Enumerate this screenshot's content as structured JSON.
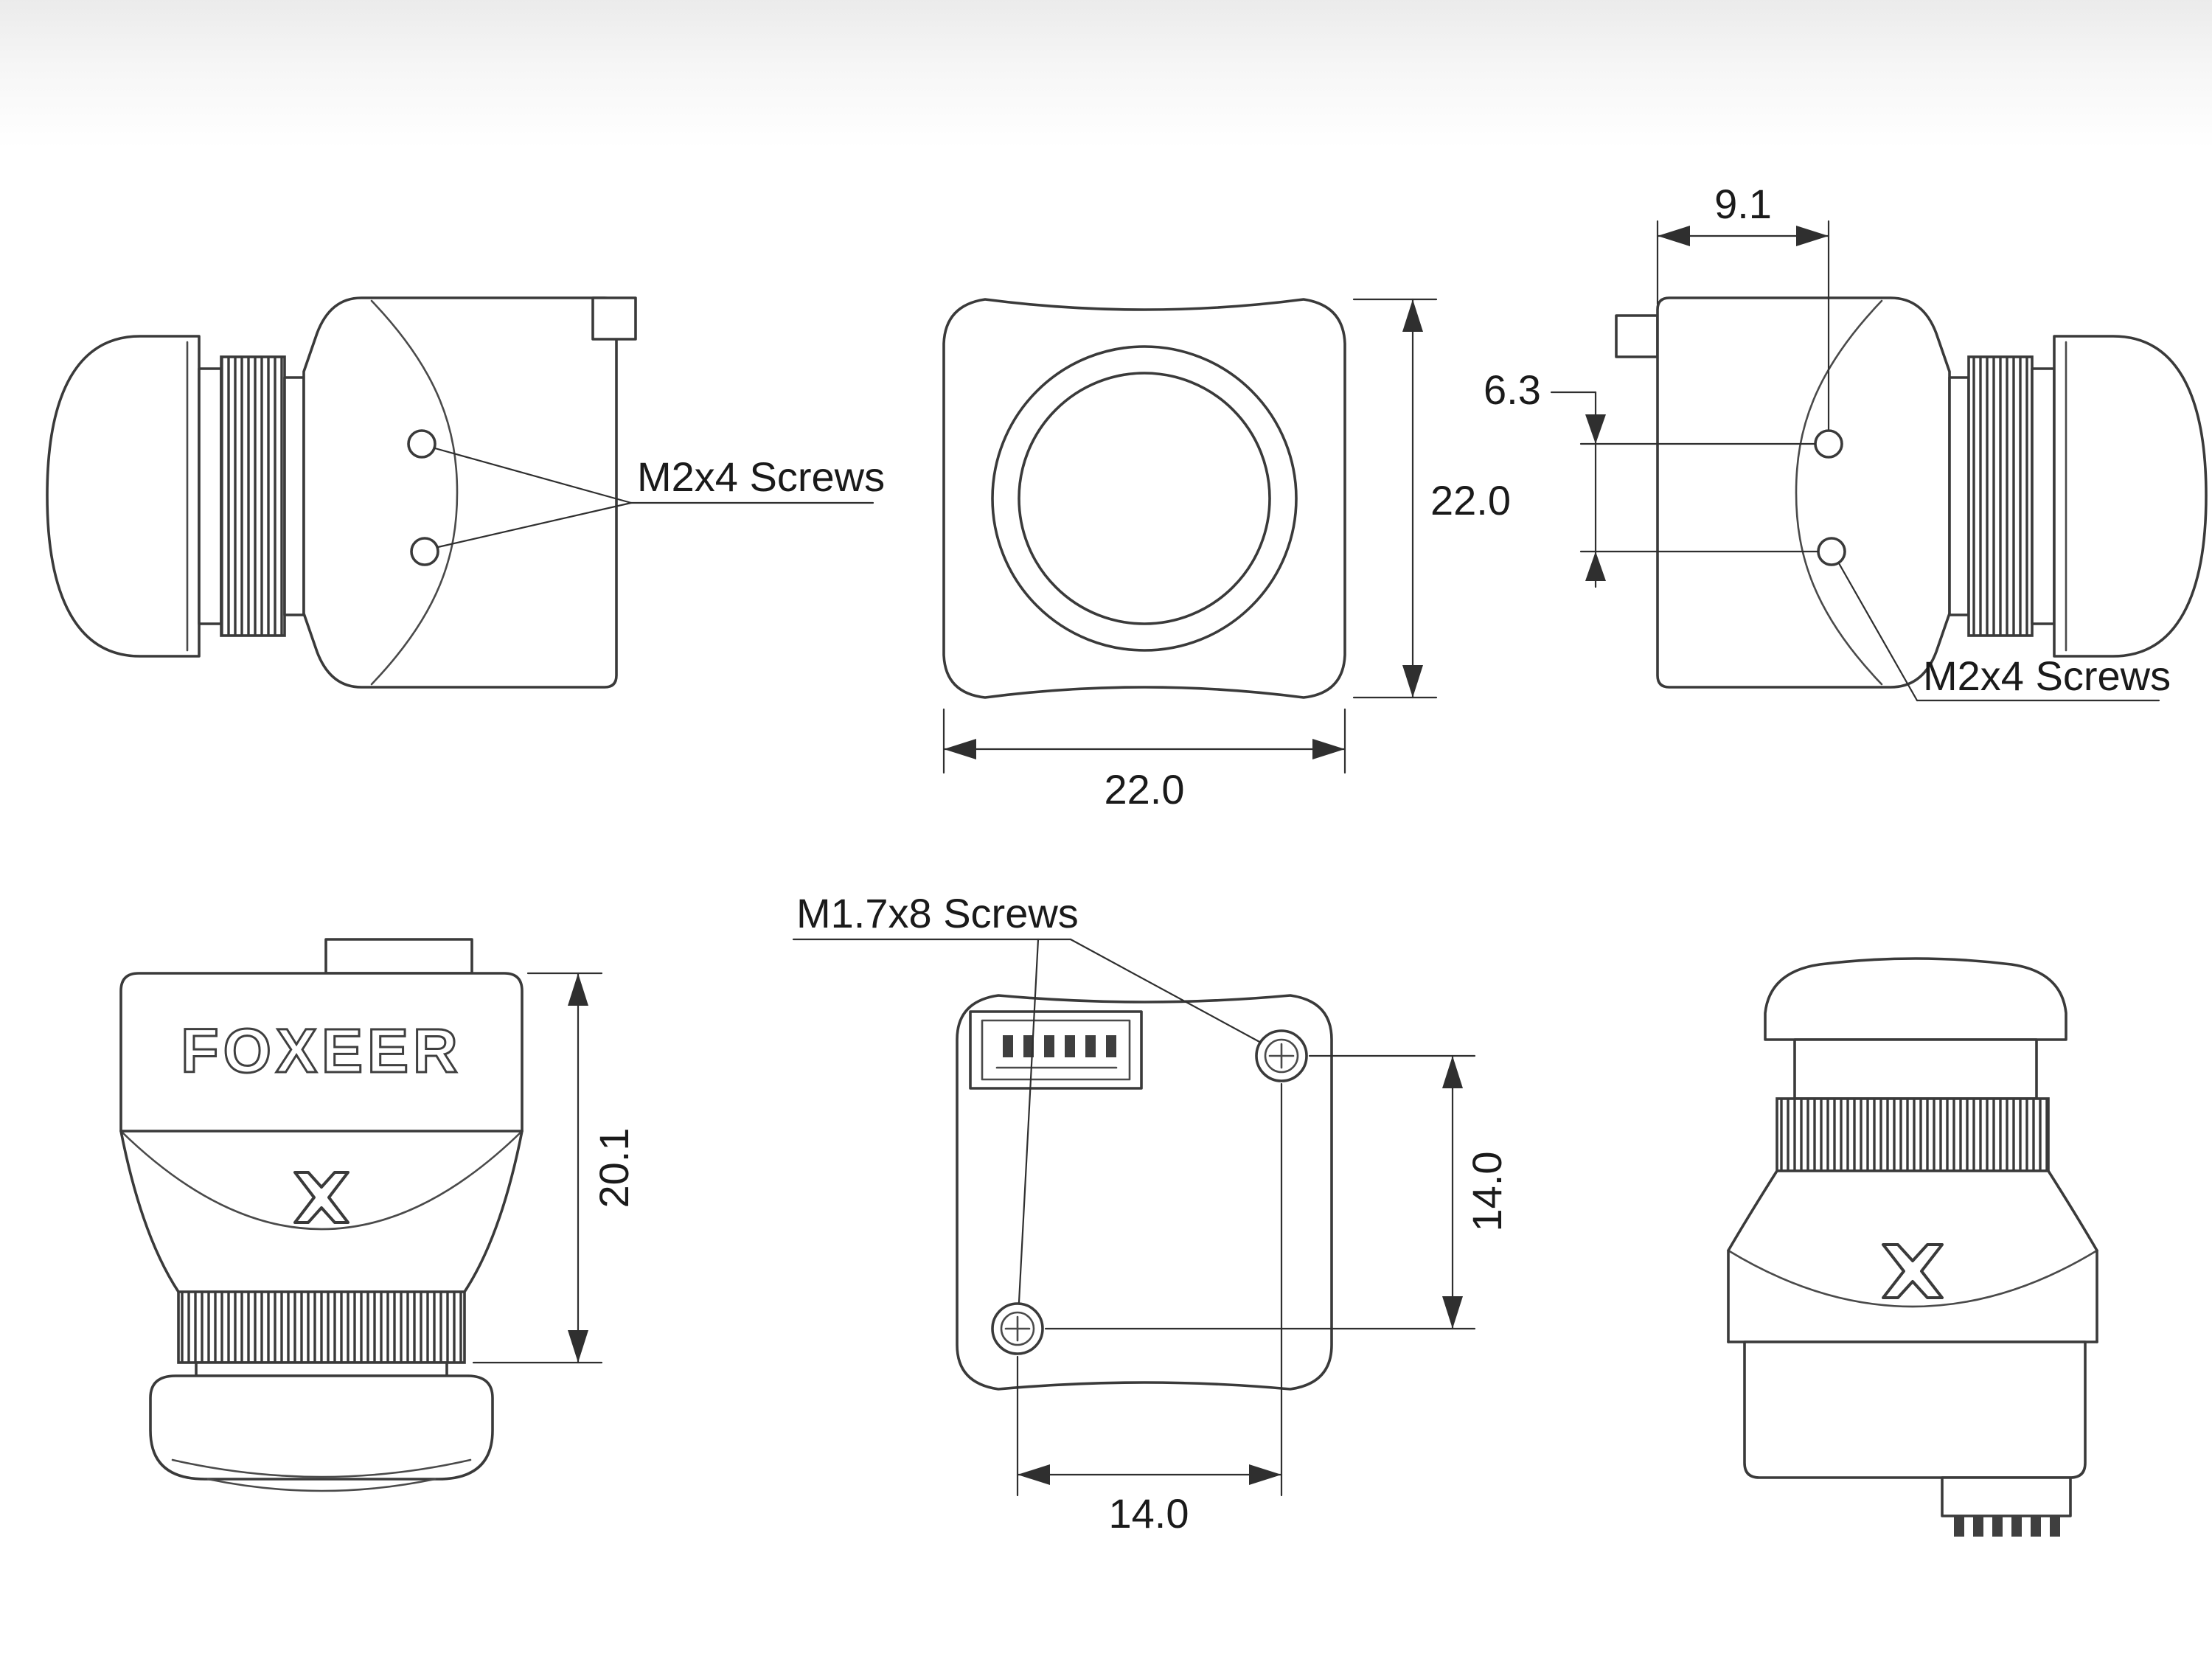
{
  "colors": {
    "line": "#3a3a3a",
    "dimension_line": "#2f2f2f",
    "text": "#1a1a1a",
    "background": "#ffffff"
  },
  "views": {
    "side_left": {
      "screw_label": "M2x4 Screws"
    },
    "front": {
      "dim_height": "22.0",
      "dim_width": "22.0"
    },
    "side_right": {
      "dim_back_to_holes": "9.1",
      "dim_hole_spacing": "6.3",
      "screw_label": "M2x4 Screws"
    },
    "side_brand": {
      "brand": "FOXEER",
      "dim_height": "20.1"
    },
    "back": {
      "screw_label": "M1.7x8 Screws",
      "dim_screw_vertical": "14.0",
      "dim_screw_horizontal": "14.0"
    }
  }
}
